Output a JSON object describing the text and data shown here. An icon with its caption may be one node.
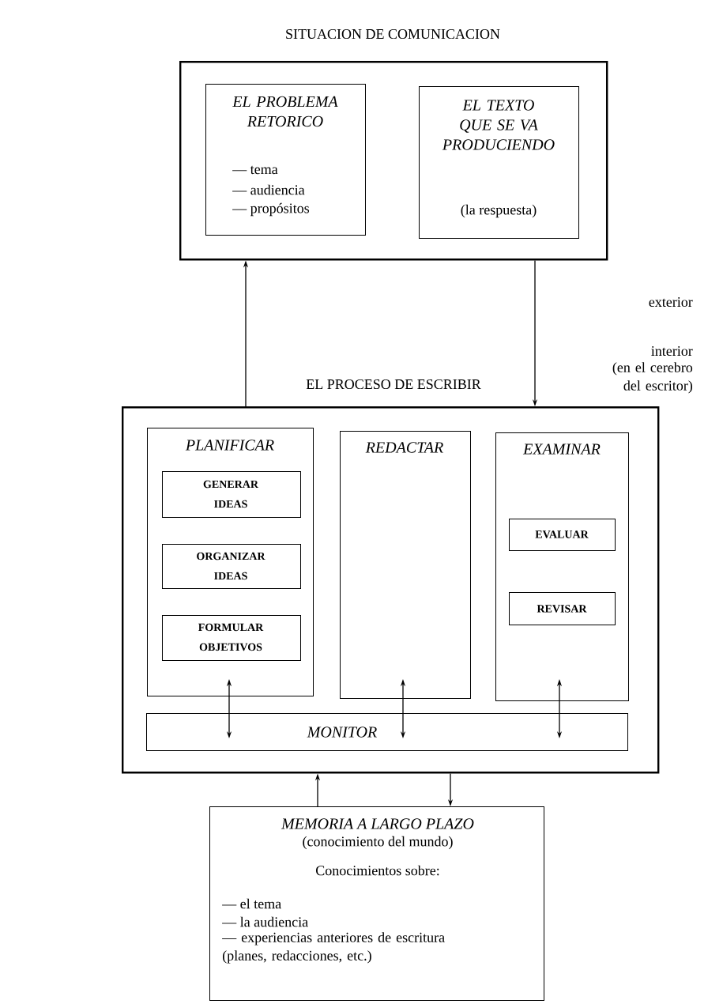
{
  "diagram": {
    "nodes": [
      {
        "text": [
          "SITUACION DE COMUNICACION"
        ]
      },
      {
        "text": [
          "EL PROBLEMA RETORICO",
          "— tema",
          "— audiencia",
          "— propósitos"
        ],
        "in": 0
      },
      {
        "text": [
          "EL TEXTO QUE SE VA PRODUCIENDO",
          "(la respuesta)"
        ],
        "in": 0
      },
      {
        "text": [
          "EL PROCESO DE ESCRIBIR"
        ]
      },
      {
        "text": [
          "PLANIFICAR"
        ],
        "in": 3
      },
      {
        "text": [
          "GENERAR IDEAS"
        ],
        "in": 4
      },
      {
        "text": [
          "ORGANIZAR IDEAS"
        ],
        "in": 4
      },
      {
        "text": [
          "FORMULAR OBJETIVOS"
        ],
        "in": 4
      },
      {
        "text": [
          "REDACTAR"
        ],
        "in": 3
      },
      {
        "text": [
          "EXAMINAR"
        ],
        "in": 3
      },
      {
        "text": [
          "EVALUAR"
        ],
        "in": 9
      },
      {
        "text": [
          "REVISAR"
        ],
        "in": 9
      },
      {
        "text": [
          "MONITOR"
        ],
        "in": 3
      },
      {
        "text": [
          "MEMORIA A LARGO PLAZO",
          "(conocimiento del mundo)",
          "Conocimientos sobre:",
          "— el tema",
          "— la audiencia",
          "— experiencias anteriores de escritura (planes, redacciones, etc.)"
        ]
      }
    ],
    "edges": [
      {
        "from": 3,
        "to": 0,
        "arrow": "to"
      },
      {
        "from": 0,
        "to": 3,
        "arrow": "to"
      },
      {
        "from": 12,
        "to": 4,
        "arrow": "both"
      },
      {
        "from": 12,
        "to": 8,
        "arrow": "both"
      },
      {
        "from": 12,
        "to": 9,
        "arrow": "both"
      },
      {
        "from": 13,
        "to": 3,
        "arrow": "to"
      },
      {
        "from": 3,
        "to": 13,
        "arrow": "to"
      }
    ],
    "labels": [
      "exterior",
      "interior",
      "(en el cerebro del escritor)"
    ]
  }
}
